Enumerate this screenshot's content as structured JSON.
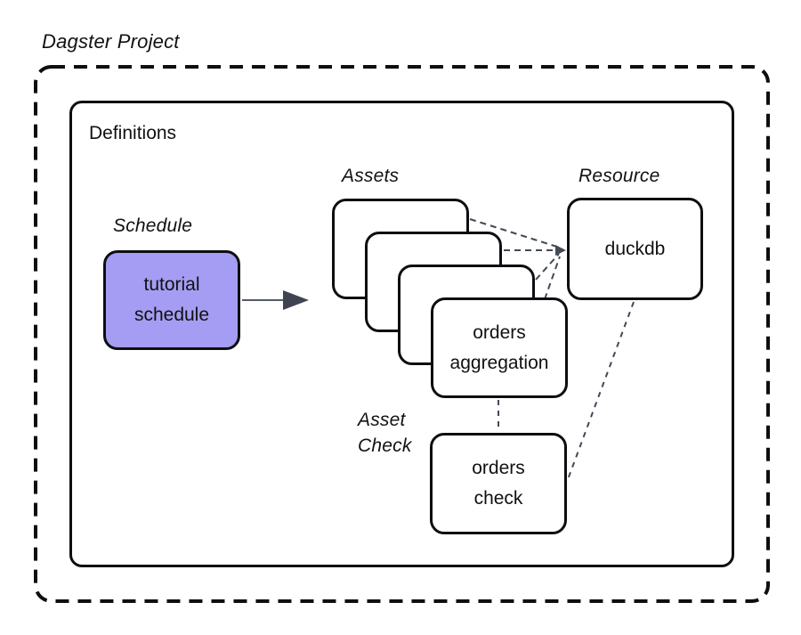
{
  "diagram": {
    "title": "Dagster Project",
    "definitions_label": "Definitions",
    "schedule": {
      "group_label": "Schedule",
      "node_label": "tutorial schedule"
    },
    "assets": {
      "group_label": "Assets",
      "stack_count": 4,
      "front_node_label": "orders aggregation"
    },
    "resource": {
      "group_label": "Resource",
      "node_label": "duckdb"
    },
    "asset_check": {
      "group_label": "Asset Check",
      "node_label": "orders check"
    },
    "edges": [
      {
        "from": "tutorial schedule",
        "to": "assets stack",
        "style": "solid-arrow"
      },
      {
        "from": "asset 1",
        "to": "duckdb",
        "style": "dashed-arrow"
      },
      {
        "from": "asset 2",
        "to": "duckdb",
        "style": "dashed-arrow"
      },
      {
        "from": "asset 3",
        "to": "duckdb",
        "style": "dashed-arrow"
      },
      {
        "from": "orders aggregation",
        "to": "duckdb",
        "style": "dashed-arrow"
      },
      {
        "from": "orders aggregation",
        "to": "orders check",
        "style": "dashed"
      },
      {
        "from": "duckdb",
        "to": "orders check",
        "style": "dashed"
      }
    ],
    "colors": {
      "background": "#ffffff",
      "border": "#0e0e12",
      "text": "#111111",
      "schedule_fill": "#a59df3",
      "node_fill": "#ffffff",
      "connector": "#434a57",
      "arrow_line": "#555b66",
      "arrow_head": "#3f4450"
    }
  }
}
